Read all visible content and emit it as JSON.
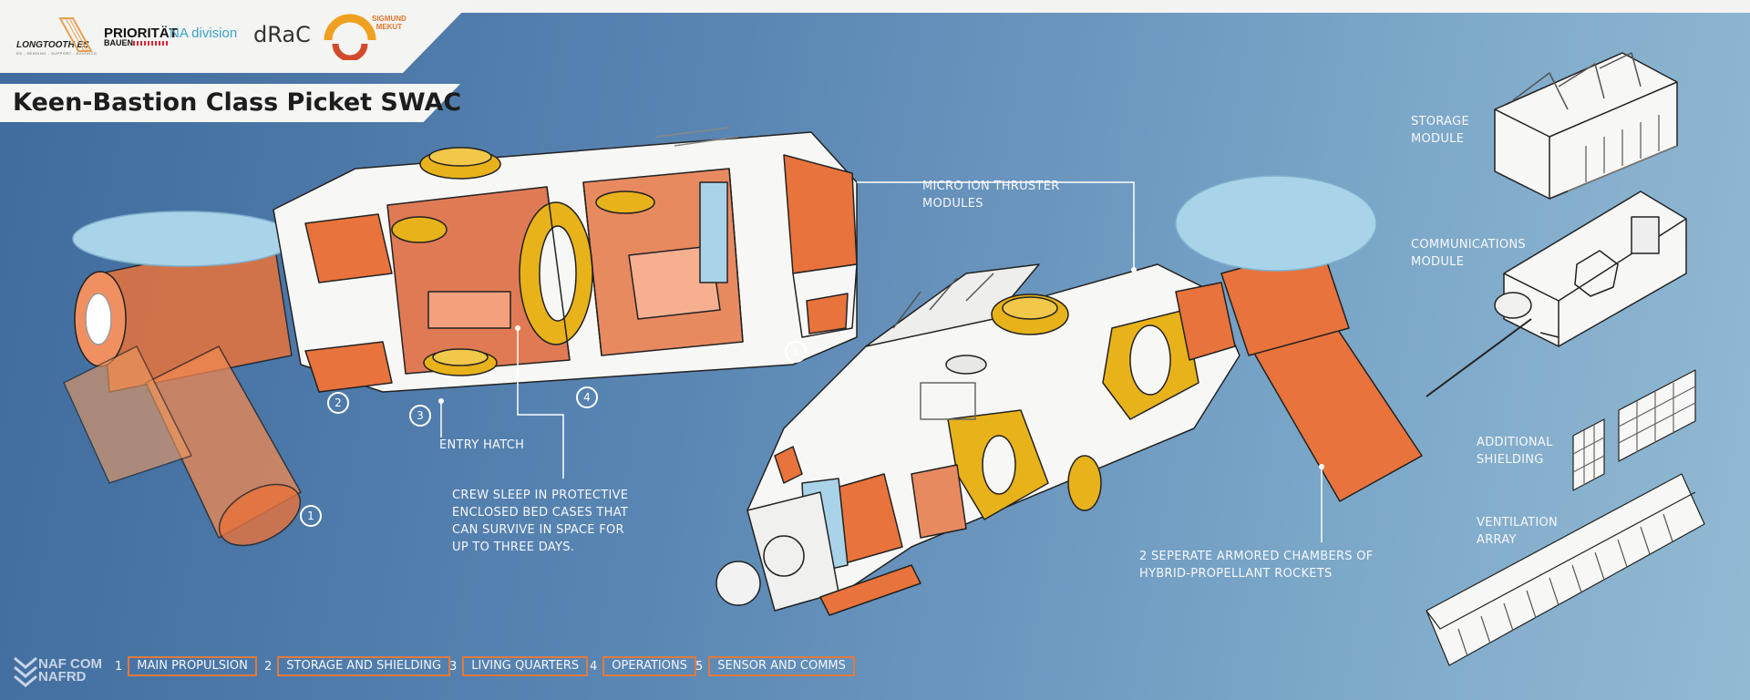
{
  "logos": {
    "longtooth": "LONGTOOTH ES",
    "longtooth_sub": "ES - SENSING - SUPPORT - AVIONICS",
    "prioritat": "PRIORITÄT",
    "bauen": "BAUEN",
    "na_division": "NA division",
    "drac": "dRaC",
    "sigmund_line1": "SIGMUND",
    "sigmund_line2": "MEKUT",
    "naf_line1": "NAF COM",
    "naf_line2": "NAFRD"
  },
  "title": "Keen-Bastion Class Picket SWAC",
  "callouts": {
    "micro_ion": [
      "MICRO ION THRUSTER",
      "MODULES"
    ],
    "entry_hatch": "ENTRY HATCH",
    "crew_sleep": [
      "CREW SLEEP IN PROTECTIVE",
      "ENCLOSED BED CASES THAT",
      "CAN SURVIVE IN SPACE FOR",
      "UP TO THREE DAYS."
    ],
    "armored_chambers": [
      "2 SEPERATE ARMORED CHAMBERS OF",
      "HYBRID-PROPELLANT ROCKETS"
    ]
  },
  "modules": {
    "storage": [
      "STORAGE",
      "MODULE"
    ],
    "communications": [
      "COMMUNICATIONS",
      "MODULE"
    ],
    "shielding": [
      "ADDITIONAL",
      "SHIELDING"
    ],
    "ventilation": [
      "VENTILATION",
      "ARRAY"
    ]
  },
  "markers": [
    "1",
    "2",
    "3",
    "4",
    "5"
  ],
  "legend": [
    {
      "num": "1",
      "label": "MAIN PROPULSION"
    },
    {
      "num": "2",
      "label": "STORAGE AND SHIELDING"
    },
    {
      "num": "3",
      "label": "LIVING QUARTERS"
    },
    {
      "num": "4",
      "label": "OPERATIONS"
    },
    {
      "num": "5",
      "label": "SENSOR AND COMMS"
    }
  ],
  "colors": {
    "hull": "#f7f7f5",
    "orange": "#e8733c",
    "yellow": "#e8b21a",
    "glass": "#a9d3e8",
    "outline": "#222222",
    "legend_border": "#e07a3c"
  }
}
